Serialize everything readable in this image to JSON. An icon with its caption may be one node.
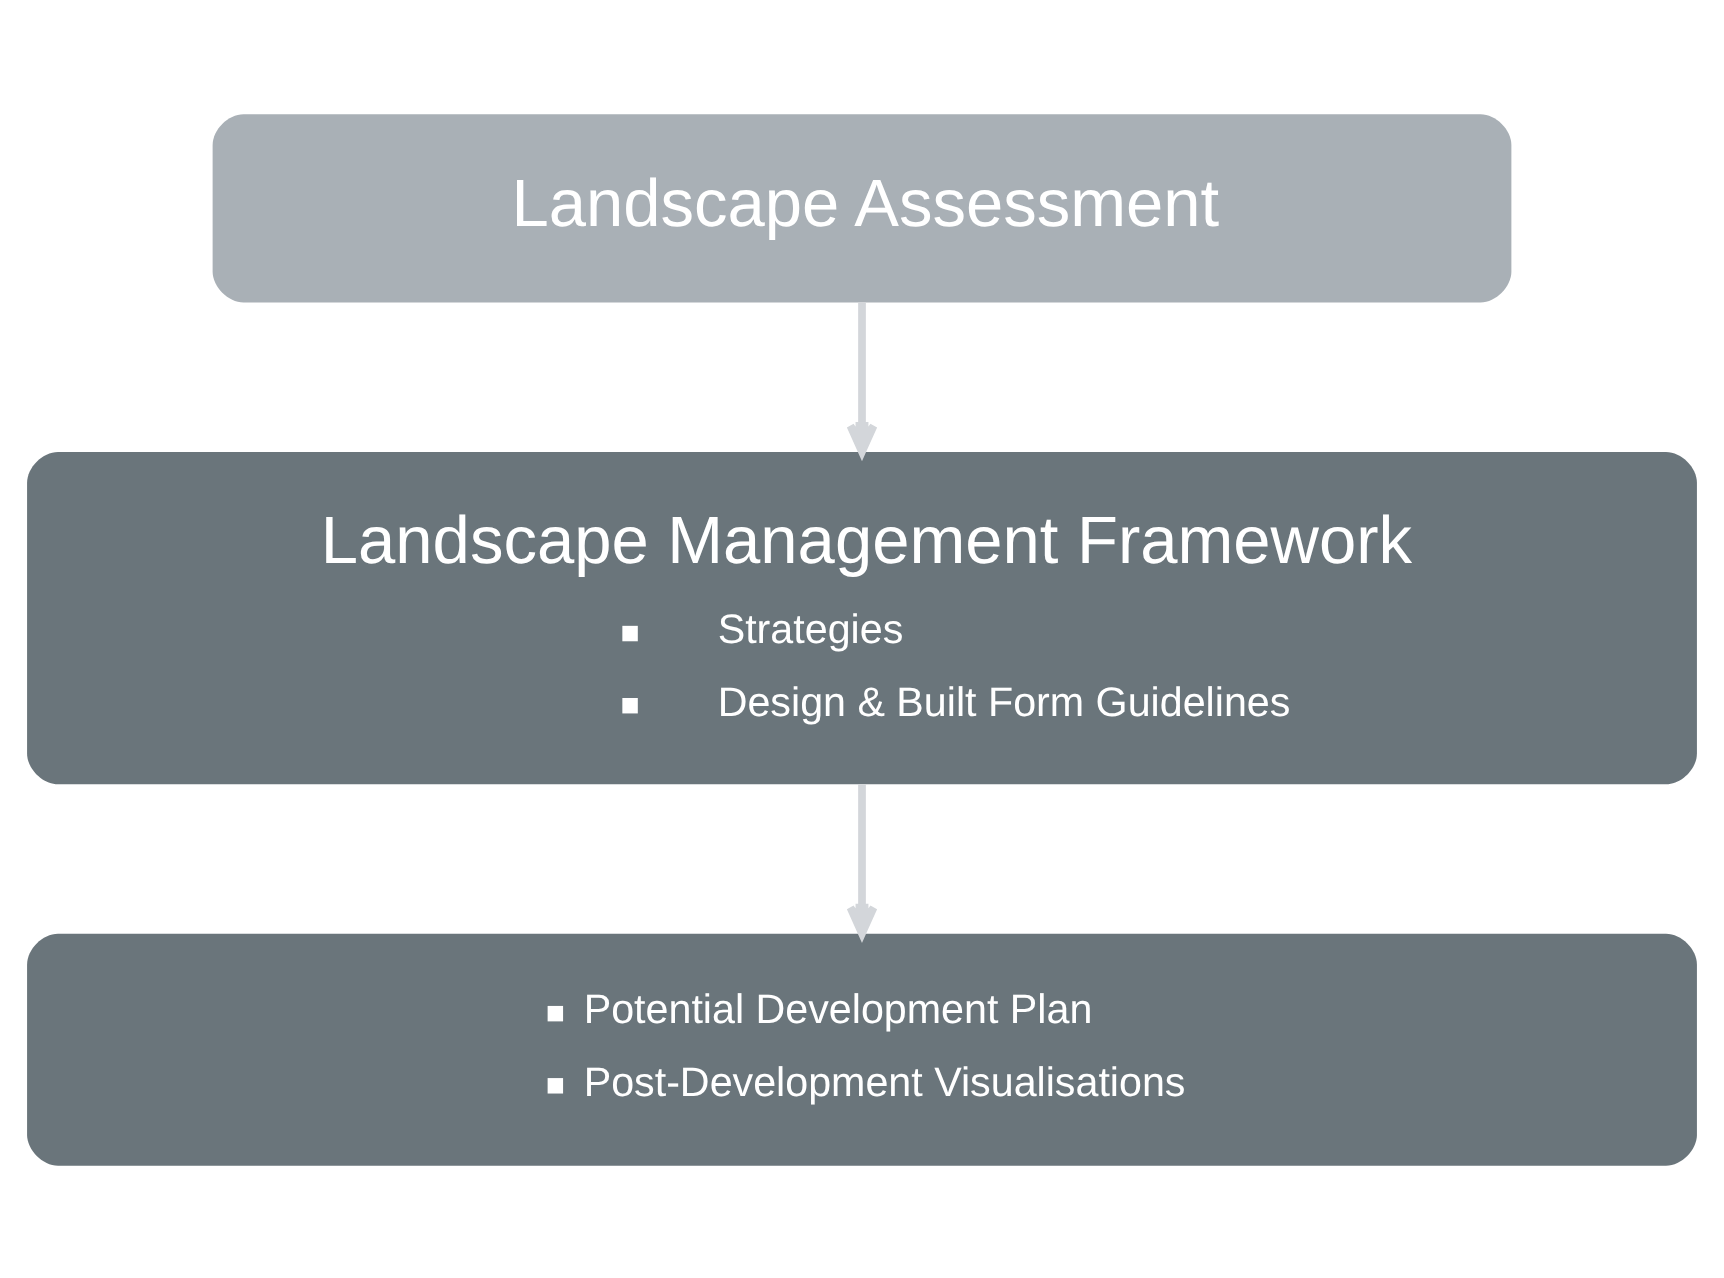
{
  "diagram": {
    "nodes": [
      {
        "text": [
          "Landscape Assessment"
        ]
      },
      {
        "text": [
          "Landscape Management Framework",
          "Strategies",
          "Design & Built Form Guidelines"
        ]
      },
      {
        "text": [
          "Potential Development Plan",
          "Post-Development Visualisations"
        ]
      }
    ],
    "edges": [
      {
        "from": 0,
        "to": 1,
        "arrow": "to"
      },
      {
        "from": 1,
        "to": 2,
        "arrow": "to"
      }
    ]
  }
}
